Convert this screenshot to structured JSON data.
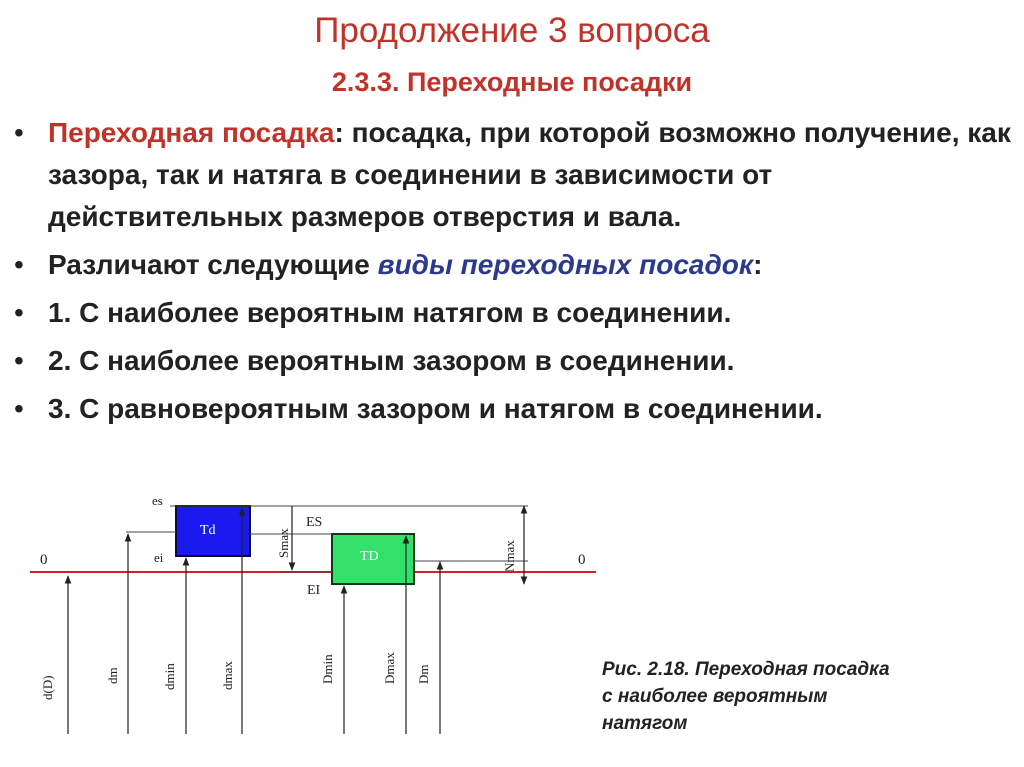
{
  "slide": {
    "title": "Продолжение 3 вопроса",
    "subtitle": "2.3.3. Переходные посадки",
    "bullet_marker": "•",
    "bullets": [
      {
        "term": "Переходная посадка",
        "text": ": посадка, при которой возможно получение, как зазора, так и натяга в соединении в зависимости от действительных размеров отверстия и вала."
      },
      {
        "prefix": "Различают следующие ",
        "emph": "виды переходных посадок",
        "suffix": ":"
      },
      {
        "text": "1. С наиболее вероятным натягом в соединении."
      },
      {
        "text": "2. С наиболее вероятным зазором в соединении."
      },
      {
        "text": "3. С равновероятным зазором и натягом в соединении."
      }
    ]
  },
  "diagram": {
    "shaft_label": "Td",
    "hole_label": "TD",
    "zero_left": "0",
    "zero_right": "0",
    "es": "es",
    "ei": "ei",
    "ES": "ES",
    "EI": "EI",
    "smax": "Smax",
    "nmax": "Nmax",
    "dims": [
      "d(D)",
      "dm",
      "dmin",
      "dmax",
      "Dmin",
      "Dmax",
      "Dm"
    ],
    "colors": {
      "zero_line": "#d62020",
      "shaft_fill": "#1a1aee",
      "hole_fill": "#33e06a"
    }
  },
  "caption": "Рис. 2.18. Переходная посадка с наиболее вероятным натягом"
}
